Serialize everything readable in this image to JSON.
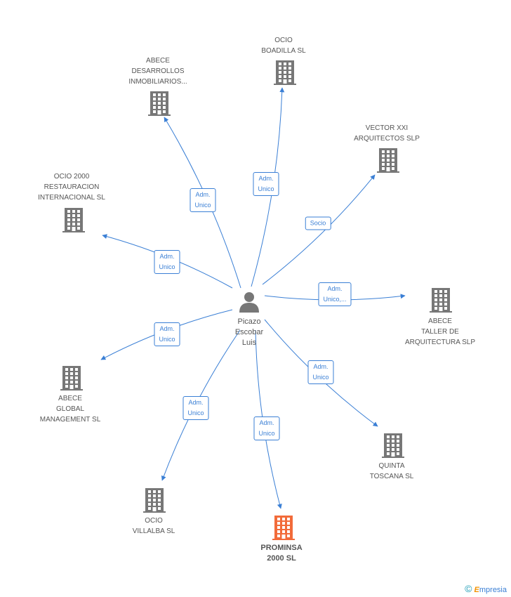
{
  "center": {
    "name_lines": [
      "Picazo",
      "Escobar",
      "Luis"
    ]
  },
  "colors": {
    "edge": "#3a7fd5",
    "node": "#777777",
    "highlight": "#f26b3a"
  },
  "nodes": [
    {
      "id": "ocio-boadilla",
      "lines": [
        "OCIO",
        "BOADILLA SL"
      ],
      "highlight": false
    },
    {
      "id": "abece-desarrollos",
      "lines": [
        "ABECE",
        "DESARROLLOS",
        "INMOBILIARIOS..."
      ],
      "highlight": false
    },
    {
      "id": "vector-xxi",
      "lines": [
        "VECTOR XXI",
        "ARQUITECTOS SLP"
      ],
      "highlight": false
    },
    {
      "id": "ocio-2000",
      "lines": [
        "OCIO 2000",
        "RESTAURACION",
        "INTERNACIONAL SL"
      ],
      "highlight": false
    },
    {
      "id": "abece-taller",
      "lines": [
        "ABECE",
        "TALLER DE",
        "ARQUITECTURA SLP"
      ],
      "highlight": false
    },
    {
      "id": "abece-global",
      "lines": [
        "ABECE",
        "GLOBAL",
        "MANAGEMENT SL"
      ],
      "highlight": false
    },
    {
      "id": "quinta-toscana",
      "lines": [
        "QUINTA",
        "TOSCANA SL"
      ],
      "highlight": false
    },
    {
      "id": "ocio-villalba",
      "lines": [
        "OCIO",
        "VILLALBA  SL"
      ],
      "highlight": false
    },
    {
      "id": "prominsa",
      "lines": [
        "PROMINSA",
        "2000 SL"
      ],
      "highlight": true
    }
  ],
  "edges": [
    {
      "to": "ocio-boadilla",
      "lines": [
        "Adm.",
        "Unico"
      ]
    },
    {
      "to": "abece-desarrollos",
      "lines": [
        "Adm.",
        "Unico"
      ]
    },
    {
      "to": "vector-xxi",
      "lines": [
        "Socio"
      ]
    },
    {
      "to": "ocio-2000",
      "lines": [
        "Adm.",
        "Unico"
      ]
    },
    {
      "to": "abece-taller",
      "lines": [
        "Adm.",
        "Unico,..."
      ]
    },
    {
      "to": "abece-global",
      "lines": [
        "Adm.",
        "Unico"
      ]
    },
    {
      "to": "quinta-toscana",
      "lines": [
        "Adm.",
        "Unico"
      ]
    },
    {
      "to": "ocio-villalba",
      "lines": [
        "Adm.",
        "Unico"
      ]
    },
    {
      "to": "prominsa",
      "lines": [
        "Adm.",
        "Unico"
      ]
    }
  ],
  "footer": {
    "copyright": "©",
    "brand_initial": "E",
    "brand_rest": "mpresia"
  }
}
